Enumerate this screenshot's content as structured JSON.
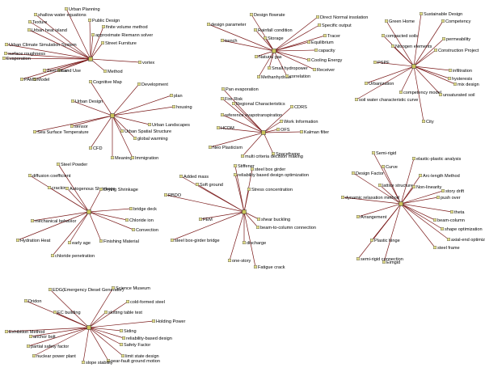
{
  "clusters": [
    {
      "hub": "Urban Climate",
      "leaves": [
        "Urban Planning",
        "shallow water equations",
        "Public Design",
        "finite volume method",
        "approximate Riemann solver",
        "Street Furniture",
        "Texture",
        "Urban heat island",
        "Urban Climate Simulation System",
        "surface roughness",
        "Evaporation",
        "Land Use",
        "Method",
        "vortex",
        "Model",
        "PAMS",
        "Zero-mean"
      ]
    },
    {
      "hub": "Natural gas",
      "leaves": [
        "Design flowrate",
        "Direct Normal insolation",
        "Specific output",
        "Tracer",
        "design parameter",
        "Rainfall condition",
        "Equilibrium",
        "trench",
        "Storage",
        "capacity",
        "Natural gas",
        "Cooling Energy",
        "Small hydropower",
        "Receiver",
        "Methanhydrate",
        "correlation"
      ]
    },
    {
      "hub": "Nitrogen",
      "leaves": [
        "Sustainable Design",
        "Green Home",
        "Competency",
        "compacted soils",
        "permeability",
        "Nitrogen elements",
        "Construction Project",
        "PSPF",
        "infiltration",
        "hysteresis",
        "Urbanization",
        "mix design",
        "competency model",
        "soil water characteristic curve",
        "unsaturated soil",
        "City"
      ]
    },
    {
      "hub": "Urban",
      "leaves": [
        "Urban Design",
        "Cognitive Map",
        "Development",
        "sensor",
        "plan",
        "Sea Surface Temperature",
        "housing",
        "Urban Spatial Structure",
        "Urban Landscapes",
        "global warming",
        "CFD",
        "Meaning",
        "Immigration"
      ]
    },
    {
      "hub": "OFS",
      "leaves": [
        "Pan evaporation",
        "Fire Risk",
        "Regional Characteristics",
        "CDRS",
        "reference evapotranspiration",
        "Work Information",
        "HCDM",
        "OFS",
        "Kalman filter",
        "Neo Plasticism",
        "Spaceframe",
        "multi criteria decision making"
      ]
    },
    {
      "hub": "Drying Shrinkage",
      "leaves": [
        "Steel Powder",
        "diffusion coefficient",
        "cracking",
        "Autogenous Shrinkage",
        "Drying Shrinkage",
        "bridge deck",
        "mechanical behavior",
        "Chloride ion",
        "Hydration Heat",
        "Convection",
        "early age",
        "Finishing Material",
        "chloride penetration"
      ]
    },
    {
      "hub": "Stress concentration",
      "leaves": [
        "Stiffener",
        "steel box girder",
        "Added mass",
        "reliability based design optimization",
        "Soft ground",
        "Stress concentration",
        "RBDO",
        "FEM",
        "shear buckling",
        "beam-to-column connection",
        "steel box-girder bridge",
        "discharge",
        "one-story",
        "Fatigue crack"
      ]
    },
    {
      "hub": "shape optimization",
      "leaves": [
        "Semi-rigid",
        "elastic-plastic analysis",
        "Curve",
        "Design Factor",
        "Arc-length Method",
        "lattice structure",
        "Non-linearity",
        "story drift",
        "dynamic relaxation method",
        "push over",
        "Arrangement",
        "Plastic hinge",
        "theta",
        "beam-column",
        "shape optimization",
        "axial-end optimization",
        "steel frame",
        "semi-rigid connection",
        "Eimgid"
      ]
    },
    {
      "hub": "Siding",
      "leaves": [
        "EDG(Emergency Diesel Generator)",
        "Science Museum",
        "Dridon",
        "cold-formed steel",
        "EC building",
        "slotting table test",
        "Holding Power",
        "Exhibition Method",
        "Siding",
        "anchor bolt",
        "reliability-based design",
        "Safety Factor",
        "partial safety factor",
        "limit state design",
        "nuclear power plant",
        "near-fault ground motion",
        "slope stability"
      ]
    }
  ]
}
